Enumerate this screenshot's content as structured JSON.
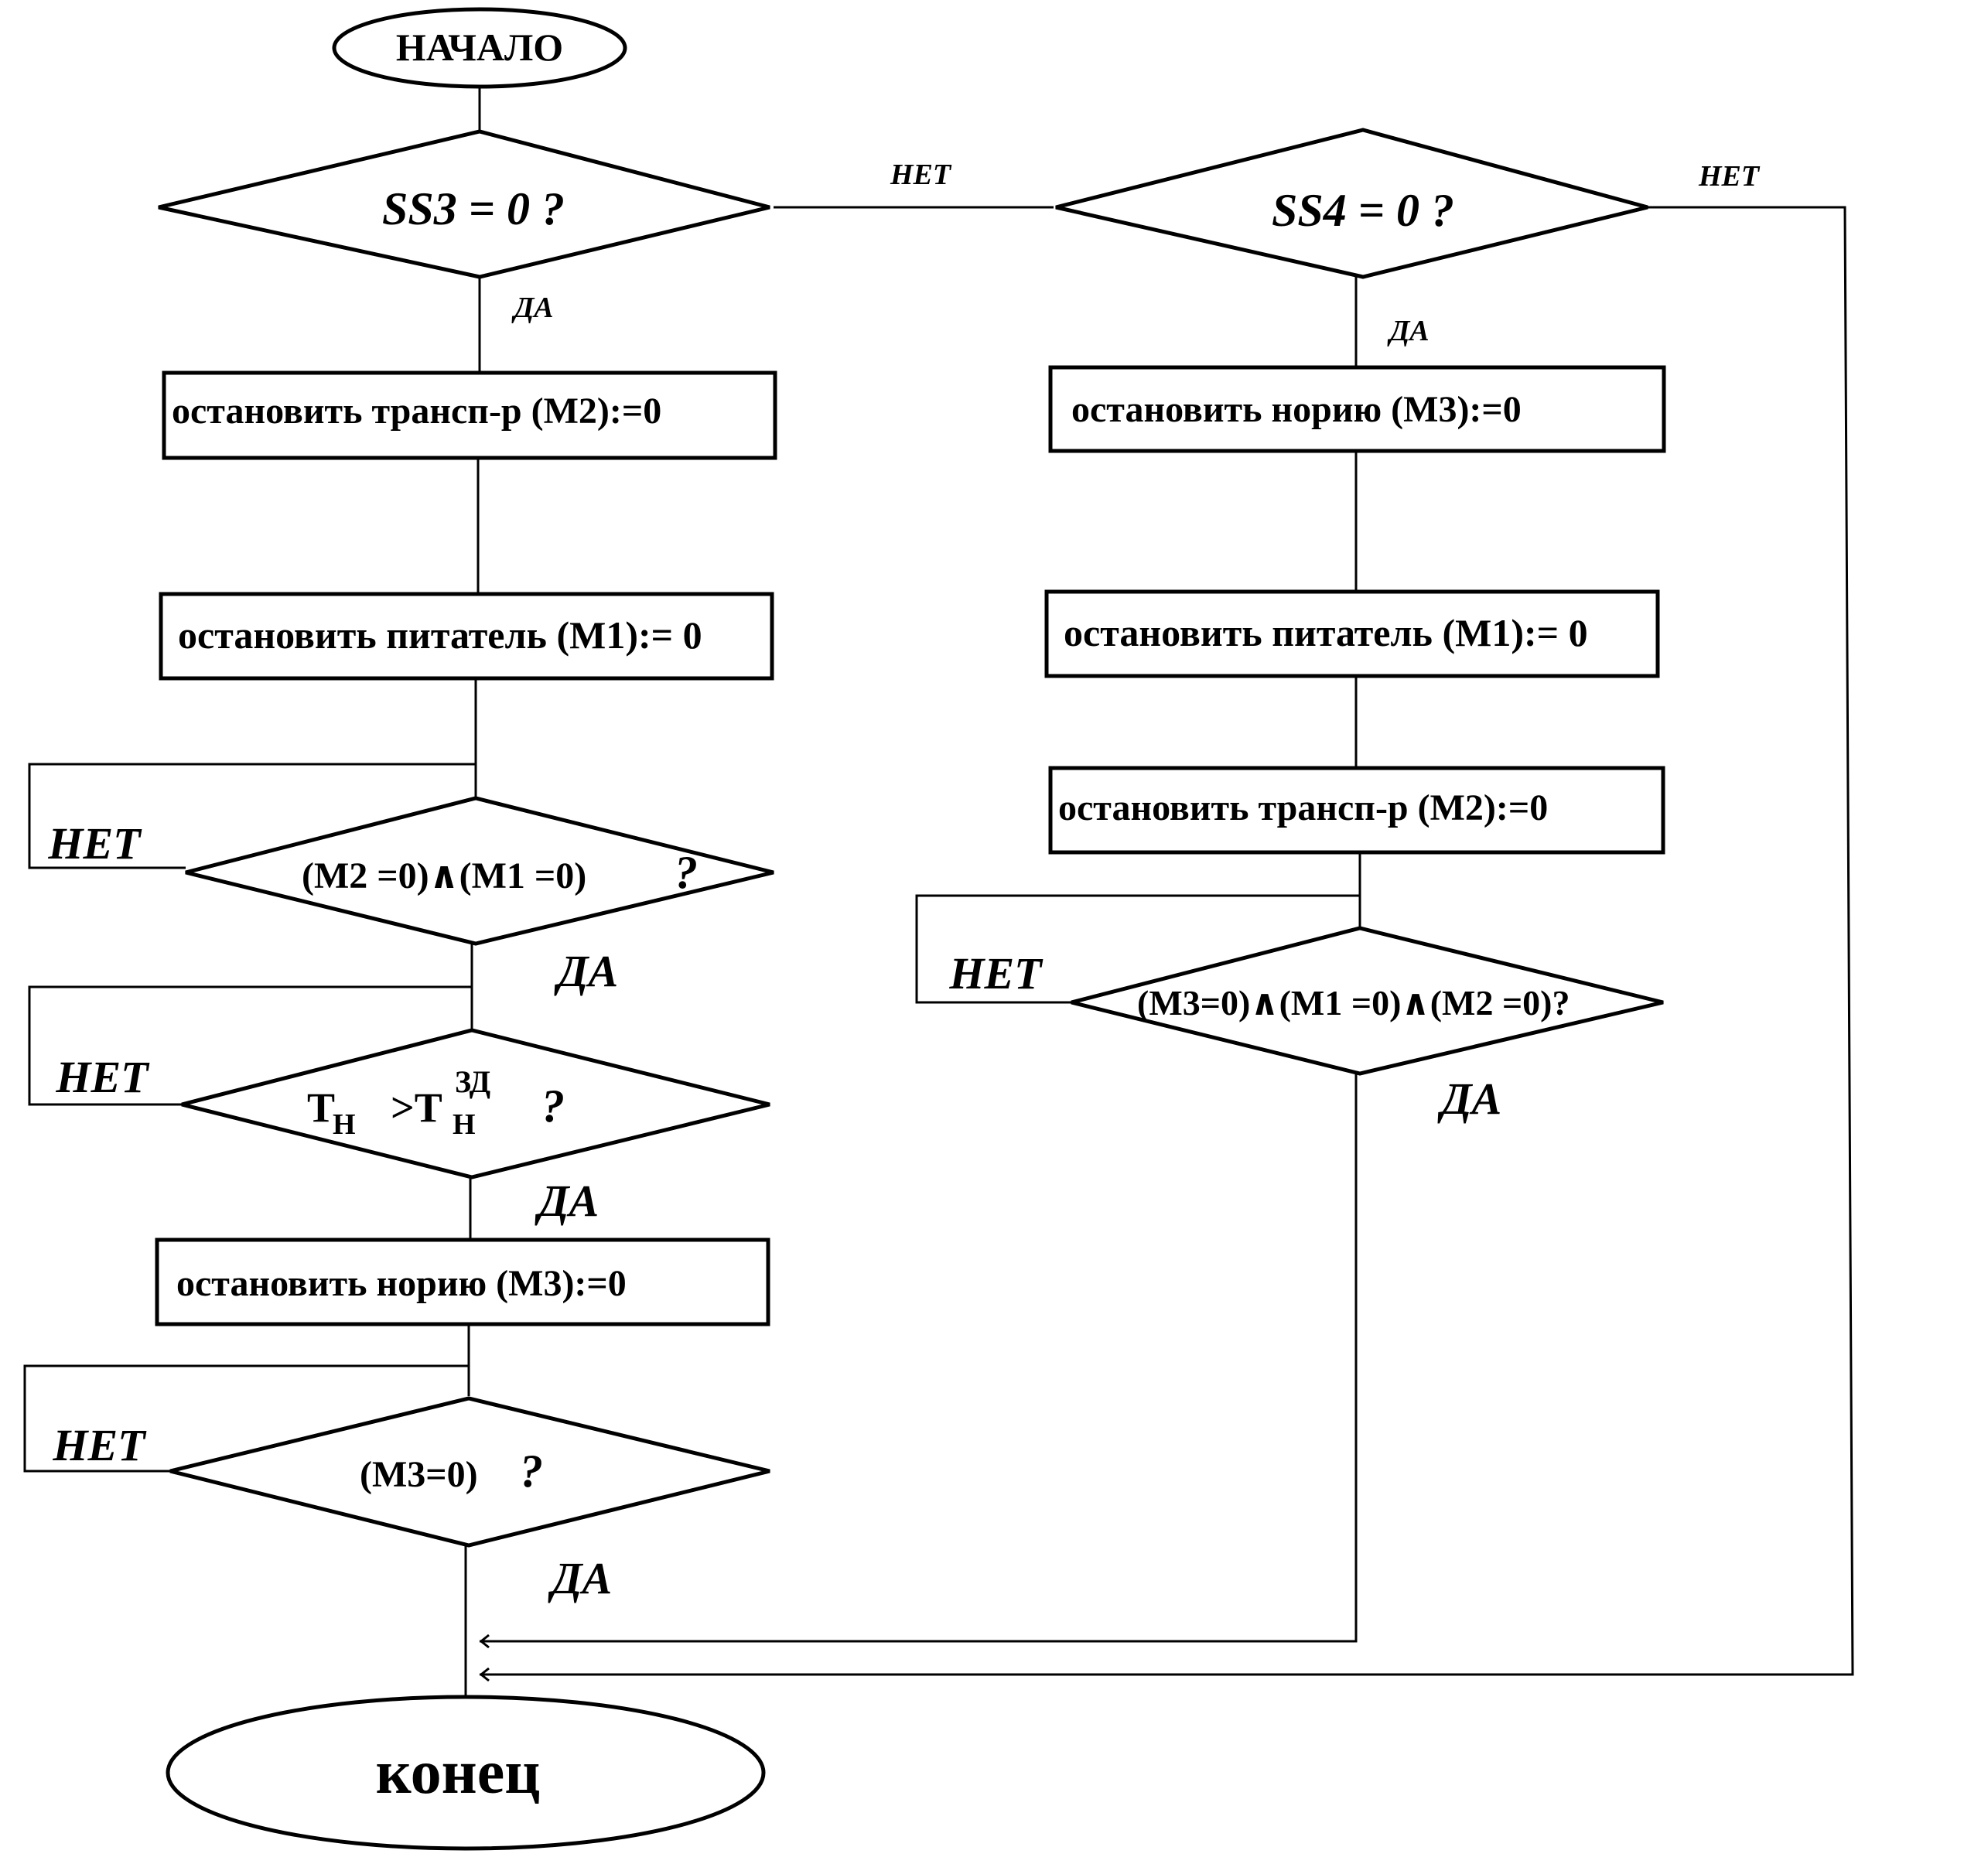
{
  "start": {
    "label": "НАЧАЛО"
  },
  "end": {
    "label": "конец"
  },
  "left": {
    "cond_ss3": {
      "text": "SS3 = 0 ?",
      "yes": "ДА",
      "no": "НЕТ"
    },
    "box_m2": "остановить трансп-р   (M2):=0",
    "box_m1": "остановить питатель (M1):= 0",
    "cond_m2m1": {
      "text": "(M2 =0)∧(M1 =0)",
      "q": "?",
      "yes": "ДА",
      "no": "НЕТ"
    },
    "cond_t": {
      "t1": "Т",
      "sub1": "Н",
      "gt": ">Т",
      "sub2": "Н",
      "sup": "ЗД",
      "q": "?",
      "yes": "ДА",
      "no": "НЕТ"
    },
    "box_m3": "остановить норию (M3):=0",
    "cond_m3": {
      "text": "(M3=0)",
      "q": "?",
      "yes": "ДА",
      "no": "НЕТ"
    }
  },
  "right": {
    "cond_ss4": {
      "text": "SS4 = 0 ?",
      "yes": "ДА",
      "no": "НЕТ"
    },
    "box_m3": "остановить норию (M3):=0",
    "box_m1": "остановить питатель (M1):= 0",
    "box_m2": "остановить трансп-р   (M2):=0",
    "cond_all": {
      "text": "(M3=0)∧(M1 =0)∧(M2 =0)?",
      "yes": "ДА",
      "no": "НЕТ"
    }
  }
}
